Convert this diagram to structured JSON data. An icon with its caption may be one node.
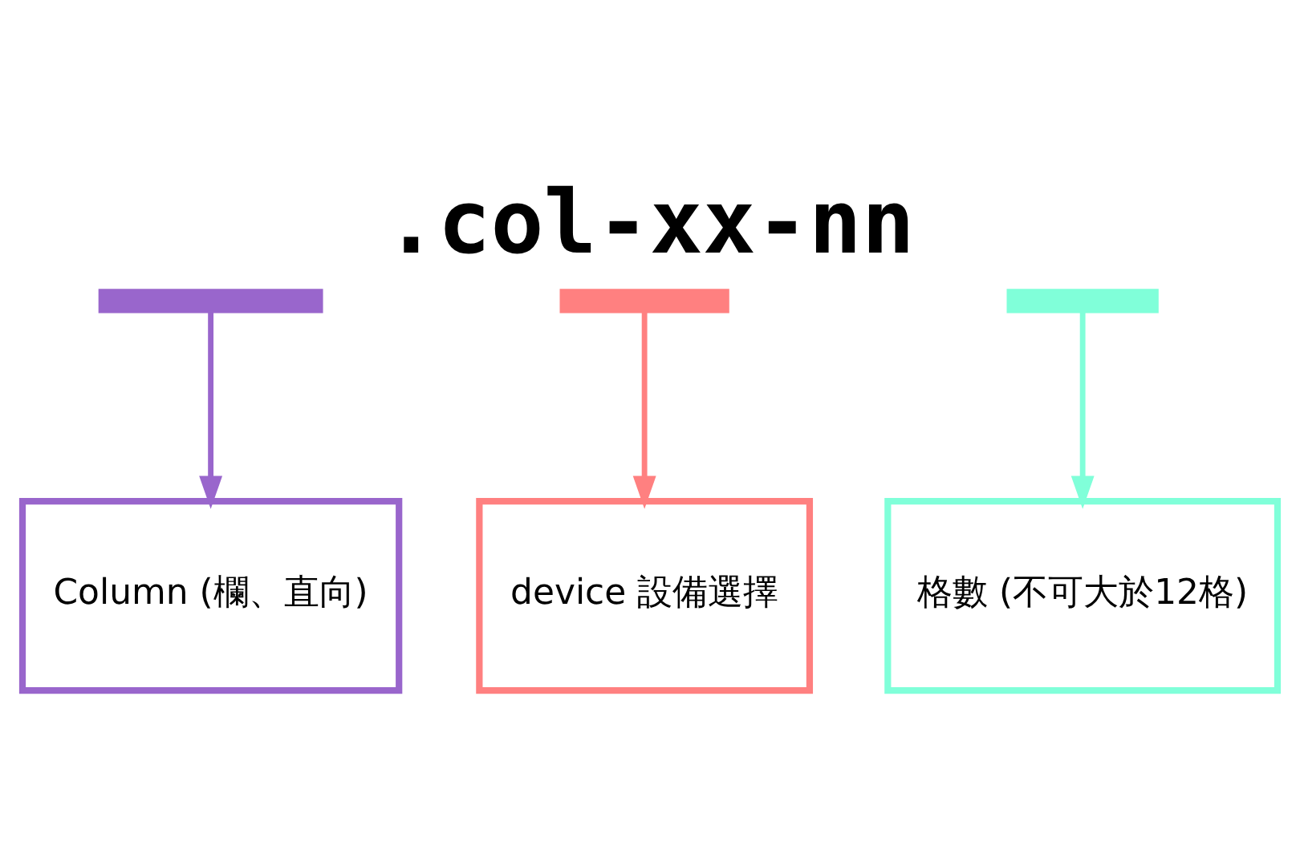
{
  "diagram": {
    "title": ".col-xx-nn",
    "nodes": [
      {
        "text": [],
        "shape": "bar"
      },
      {
        "text": [],
        "shape": "bar"
      },
      {
        "text": [],
        "shape": "bar"
      },
      {
        "text": [
          "Column (欄、直向)"
        ]
      },
      {
        "text": [
          "device 設備選擇"
        ]
      },
      {
        "text": [
          "格數 (不可大於12格)"
        ]
      }
    ],
    "edges": [
      {
        "from": 0,
        "to": 3,
        "arrow": "to",
        "color": "#9966cc"
      },
      {
        "from": 1,
        "to": 4,
        "arrow": "to",
        "color": "#ff8080"
      },
      {
        "from": 2,
        "to": 5,
        "arrow": "to",
        "color": "#80ffd9"
      }
    ]
  }
}
